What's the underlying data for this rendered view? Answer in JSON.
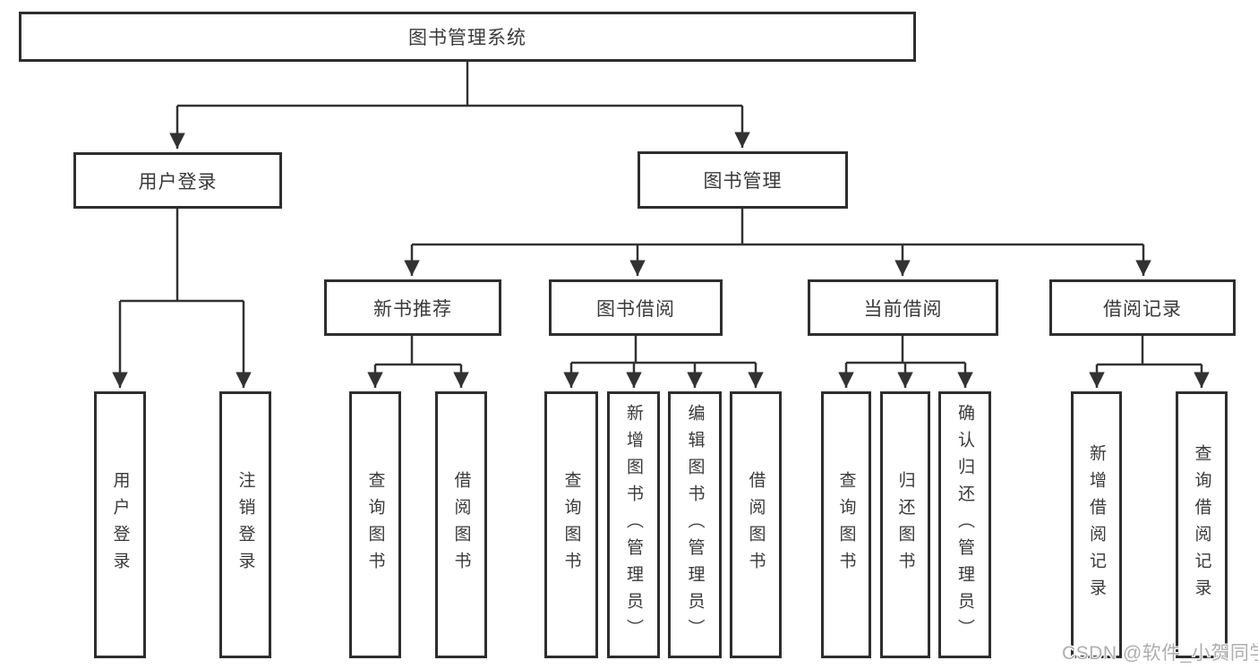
{
  "tree": {
    "label": "图书管理系统",
    "children": [
      {
        "label": "用户登录",
        "children": [
          {
            "label": "用户登录"
          },
          {
            "label": "注销登录"
          }
        ]
      },
      {
        "label": "图书管理",
        "children": [
          {
            "label": "新书推荐",
            "children": [
              {
                "label": "查询图书"
              },
              {
                "label": "借阅图书"
              }
            ]
          },
          {
            "label": "图书借阅",
            "children": [
              {
                "label": "查询图书"
              },
              {
                "label": "新增图书（管理员）"
              },
              {
                "label": "编辑图书（管理员）"
              },
              {
                "label": "借阅图书"
              }
            ]
          },
          {
            "label": "当前借阅",
            "children": [
              {
                "label": "查询图书"
              },
              {
                "label": "归还图书"
              },
              {
                "label": "确认归还（管理员）"
              }
            ]
          },
          {
            "label": "借阅记录",
            "children": [
              {
                "label": "新增借阅记录"
              },
              {
                "label": "查询借阅记录"
              }
            ]
          }
        ]
      }
    ]
  },
  "watermark": {
    "text": "CSDN @软件_小贺同学"
  },
  "colors": {
    "line": "#323232",
    "box_border": "#2e2e2e",
    "box_fill": "#ffffff",
    "text": "#3a3a3a",
    "watermark": "#aeaeae",
    "background": "#ffffff"
  }
}
